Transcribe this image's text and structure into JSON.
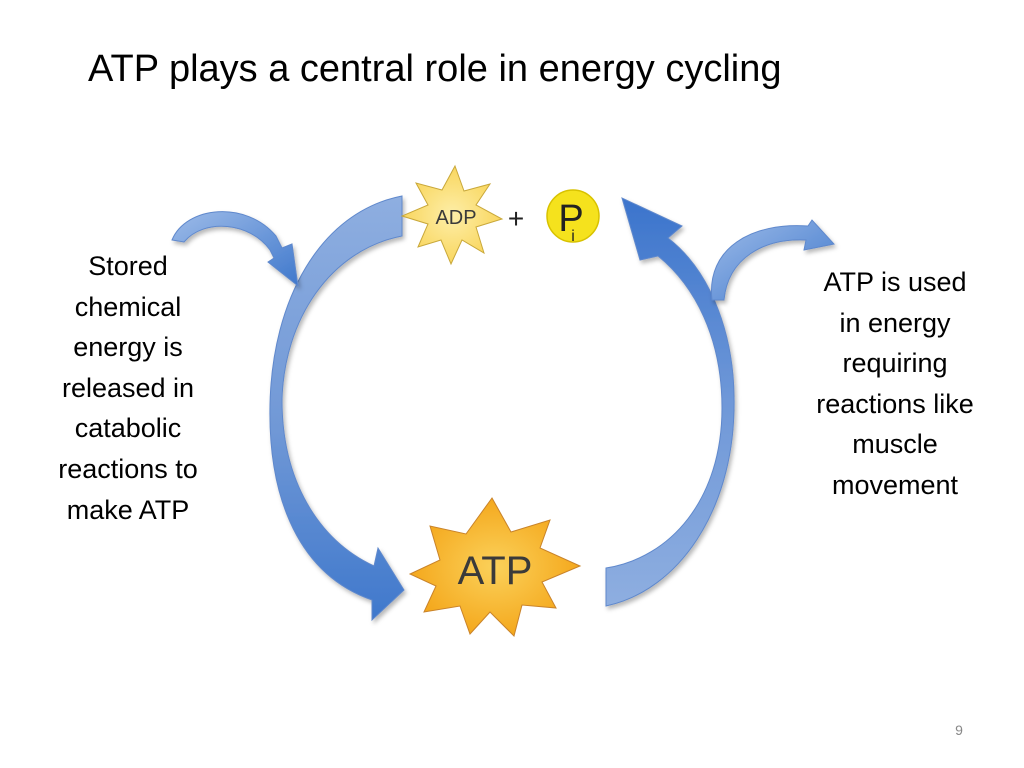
{
  "slide": {
    "title": "ATP plays a central role in energy cycling",
    "page_number": "9"
  },
  "left_text": "Stored\nchemical\nenergy is\nreleased in\ncatabolic\nreactions to\nmake ATP",
  "right_text": "ATP is used\nin energy\nrequiring\nreactions like\nmuscle\nmovement",
  "diagram": {
    "adp_label": "ADP",
    "plus_sign": "+",
    "phosphate_label": "P",
    "phosphate_subscript": "i",
    "atp_label": "ATP"
  },
  "colors": {
    "arrow_blue": "#4a7fcf",
    "arrow_light": "#7fa6dc",
    "adp_star_fill": "#fbe07a",
    "atp_star_fill": "#f6b62c",
    "phosphate_fill": "#f5e21d"
  }
}
